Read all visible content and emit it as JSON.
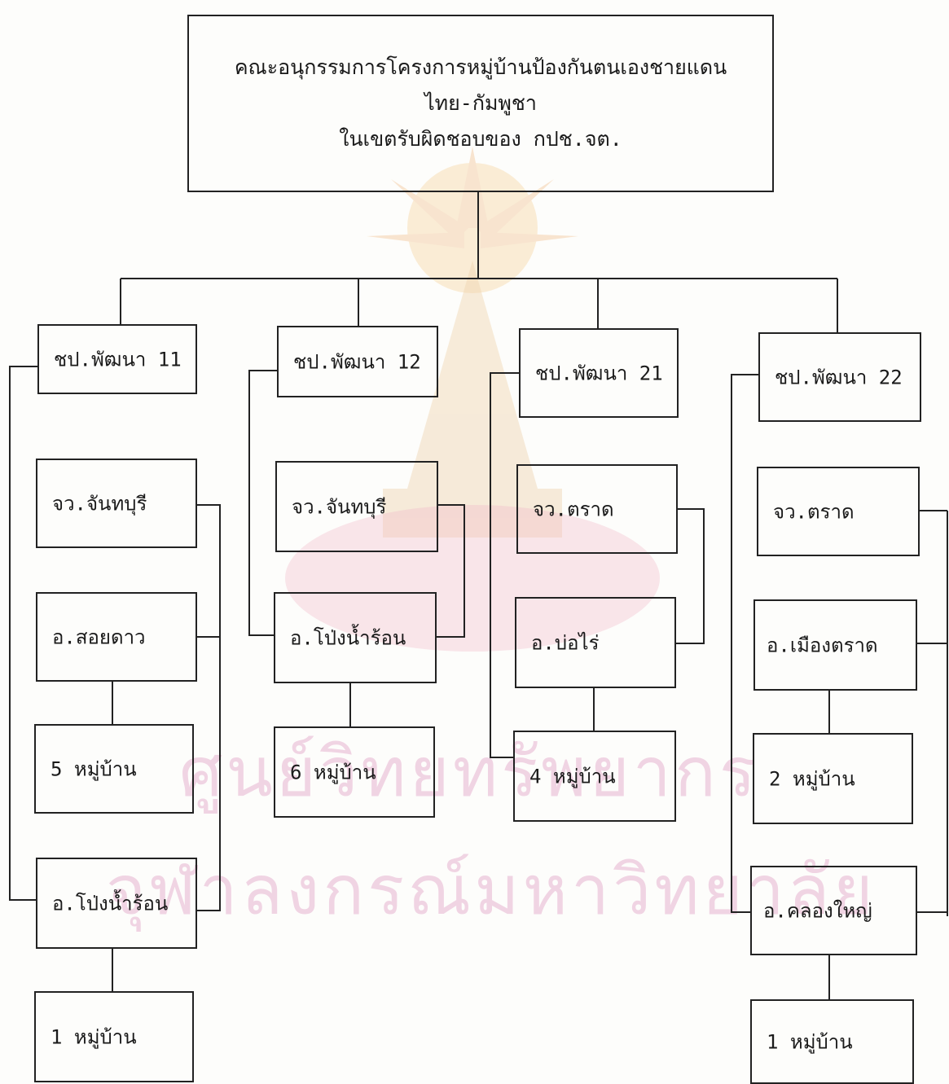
{
  "title": {
    "line1": "คณะอนุกรรมการโครงการหมู่บ้านป้องกันตนเองชายแดน",
    "line2": "ไทย-กัมพูชา",
    "line3": "ในเขตรับผิดชอบของ กปช.จต."
  },
  "units": [
    {
      "name": "ชป.พัฒนา 11",
      "items": [
        "จว.จันทบุรี",
        "อ.สอยดาว",
        "5 หมู่บ้าน",
        "อ.โป่งน้ำร้อน",
        "1 หมู่บ้าน"
      ]
    },
    {
      "name": "ชป.พัฒนา 12",
      "items": [
        "จว.จันทบุรี",
        "อ.โป่งน้ำร้อน",
        "6 หมู่บ้าน"
      ]
    },
    {
      "name": "ชป.พัฒนา 21",
      "items": [
        "จว.ตราด",
        "อ.บ่อไร่",
        "4 หมู่บ้าน"
      ]
    },
    {
      "name": "ชป.พัฒนา 22",
      "items": [
        "จว.ตราด",
        "อ.เมืองตราด",
        "2 หมู่บ้าน",
        "อ.คลองใหญ่",
        "1 หมู่บ้าน"
      ]
    }
  ],
  "watermark": {
    "line1": "ศูนย์วิทยทรัพยากร",
    "line2": "จุฬาลงกรณ์มหาวิทยาลัย"
  }
}
